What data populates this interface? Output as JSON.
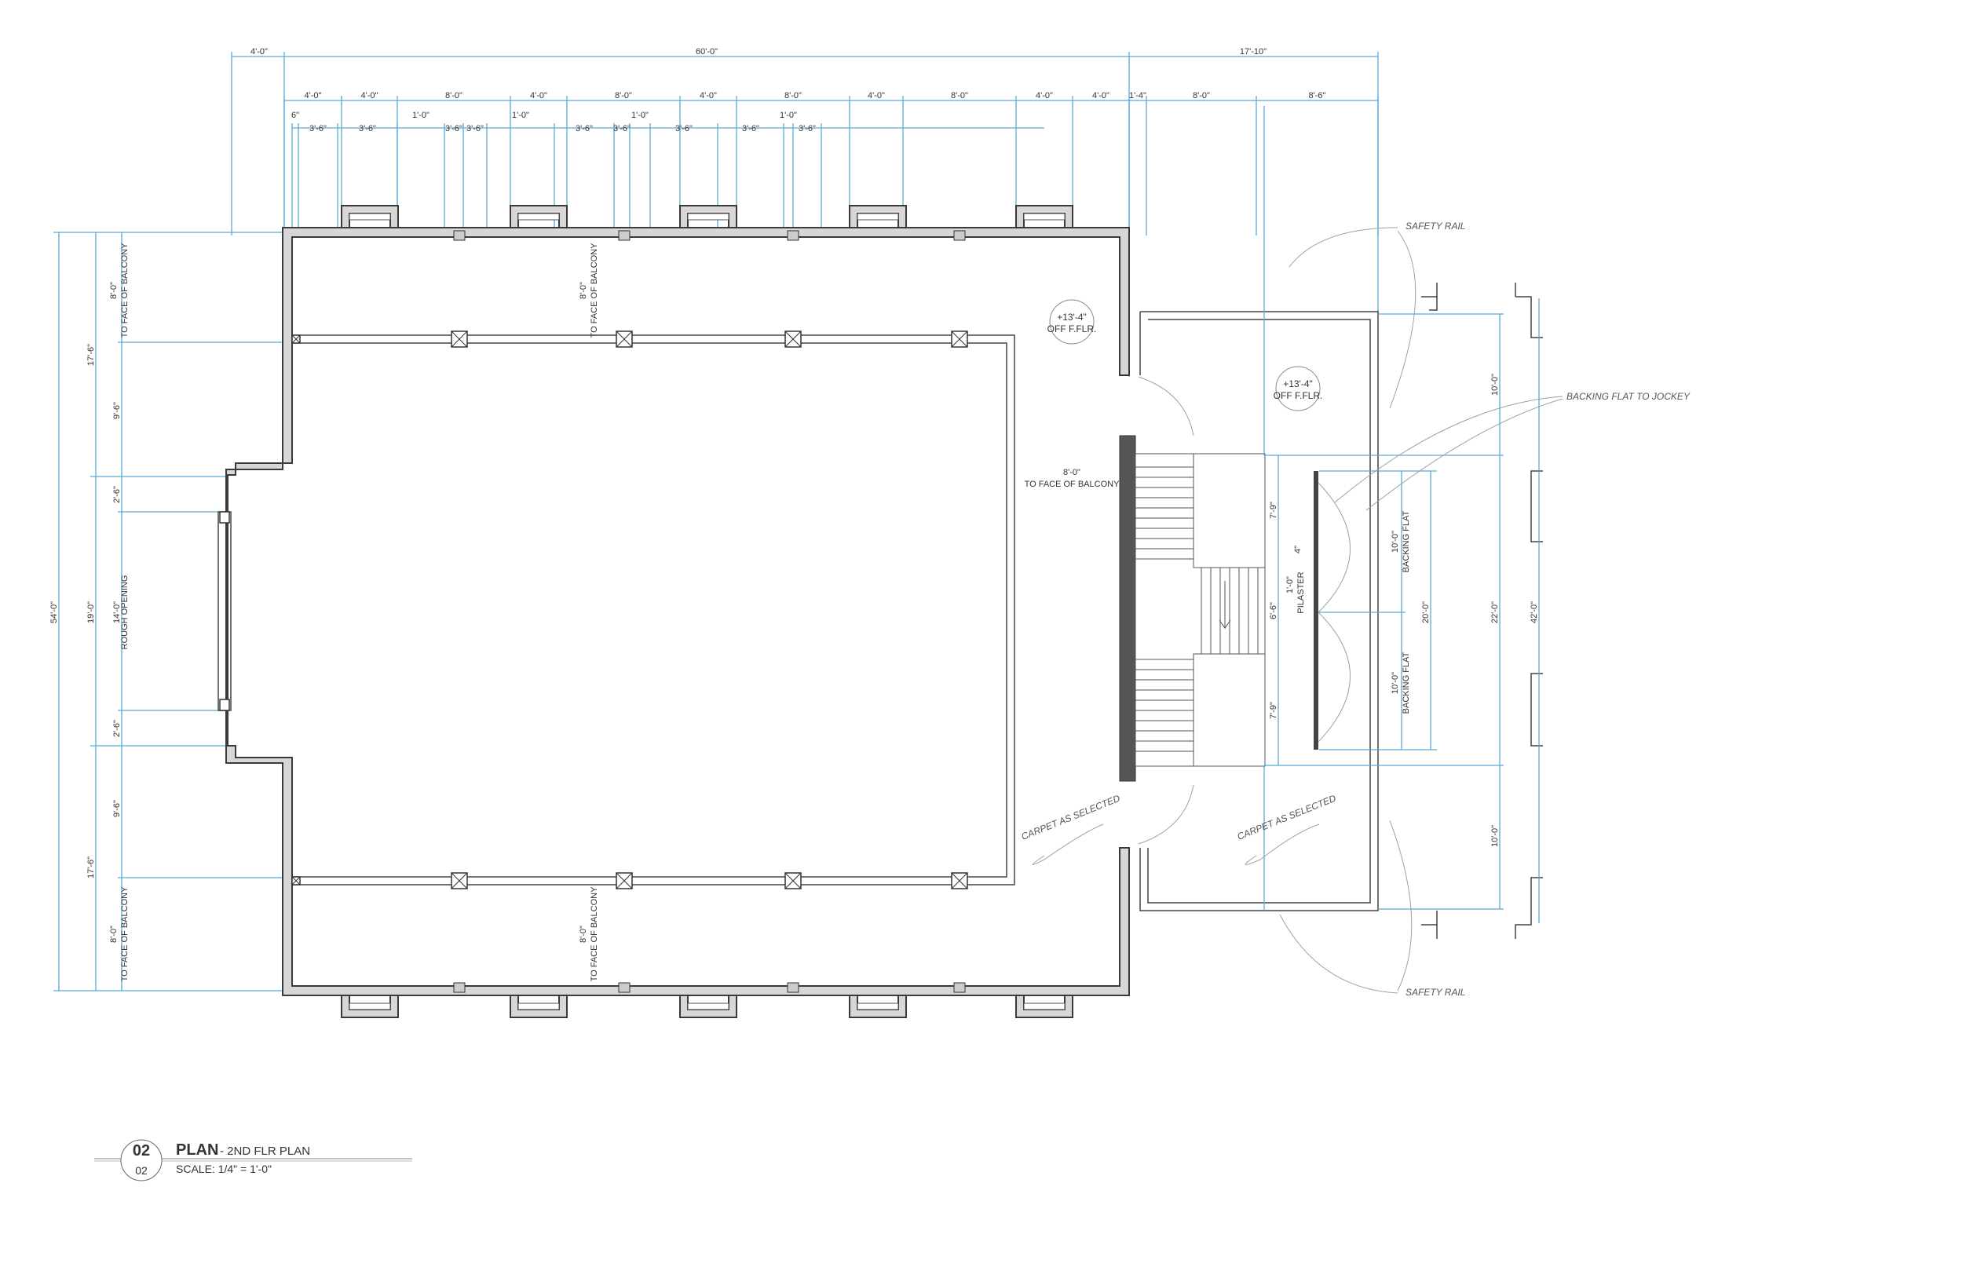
{
  "colors": {
    "dimension": "#5aa9d6",
    "wall": "#3a3a3a",
    "wall_fill": "#d7d7d7",
    "text": "#333333"
  },
  "dims": {
    "top_overall": [
      "4'-0\"",
      "60'-0\"",
      "17'-10\""
    ],
    "top_row2": [
      "4'-0\"",
      "4'-0\"",
      "8'-0\"",
      "4'-0\"",
      "8'-0\"",
      "4'-0\"",
      "8'-0\"",
      "4'-0\"",
      "8'-0\"",
      "4'-0\"",
      "4'-0\"",
      "1'-4\"",
      "8'-0\"",
      "8'-6\""
    ],
    "top_row3": [
      "6\"",
      "3'-6\"",
      "3'-6\"",
      "1'-0\"",
      "3'-6\"",
      "3'-6\"",
      "1'-0\"",
      "3'-6\"",
      "3'-6\"",
      "1'-0\"",
      "3'-6\"",
      "3'-6\"",
      "1'-0\"",
      "3'-6\""
    ],
    "left_overall": "54'-0\"",
    "left_mid": [
      "17'-6\"",
      "19'-0\"",
      "17'-6\""
    ],
    "left_inner": [
      "9'-6\"",
      "2'-6\"",
      "14'-0\"",
      "2'-6\"",
      "9'-6\""
    ],
    "balcony_8": "8'-0\"",
    "balcony_face": "TO FACE OF BALCONY",
    "rough_opening": "ROUGH OPENING",
    "right_dims": [
      "10'-0\"",
      "22'-0\"",
      "42'-0\"",
      "10'-0\"",
      "20'-0\""
    ],
    "stair_dims": [
      "7'-9\"",
      "6'-6\"",
      "7'-9\"",
      "1'-0\"",
      "4\""
    ],
    "backing_dim": "10'-0\"",
    "backing_flat": "BACKING FLAT",
    "pilaster": "PILASTER"
  },
  "elevations": {
    "main": "+13'-4\"",
    "side": "+13'-4\"",
    "sub": "OFF F.FLR."
  },
  "notes": {
    "safety_rail_top": "SAFETY RAIL",
    "safety_rail_bottom": "SAFETY RAIL",
    "backing_flat_jockey": "BACKING FLAT TO JOCKEY",
    "carpet_1": "CARPET AS SELECTED",
    "carpet_2": "CARPET AS SELECTED"
  },
  "title_block": {
    "number": "02",
    "sheet": "02",
    "title": "PLAN",
    "subtitle": "- 2ND FLR PLAN",
    "scale": "SCALE: 1/4\" = 1'-0\""
  }
}
